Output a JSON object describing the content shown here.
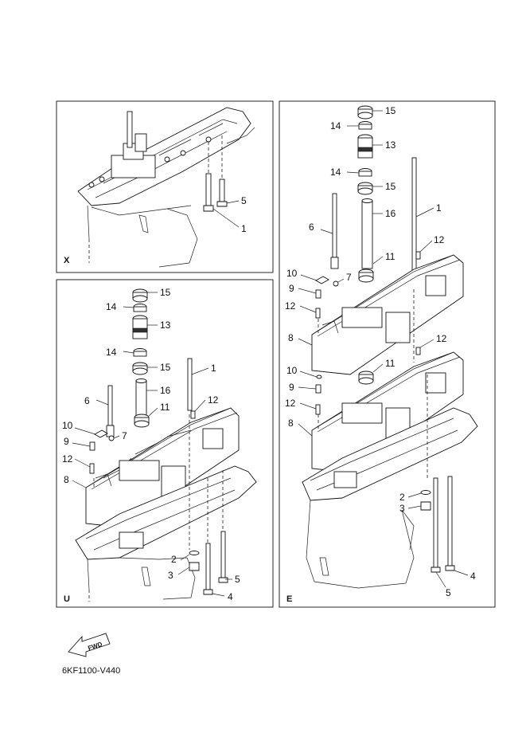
{
  "panels": {
    "x": {
      "letter": "X"
    },
    "u": {
      "letter": "U"
    },
    "e": {
      "letter": "E"
    }
  },
  "callouts": {
    "x": [
      "1",
      "5"
    ],
    "u": [
      "15",
      "14",
      "13",
      "14",
      "15",
      "1",
      "16",
      "6",
      "12",
      "11",
      "10",
      "7",
      "9",
      "12",
      "8",
      "2",
      "3",
      "5",
      "4"
    ],
    "e": [
      "15",
      "14",
      "13",
      "14",
      "15",
      "16",
      "1",
      "6",
      "12",
      "11",
      "10",
      "7",
      "9",
      "12",
      "8",
      "12",
      "10",
      "11",
      "9",
      "12",
      "8",
      "2",
      "3",
      "4",
      "5"
    ]
  },
  "footer": {
    "fwd_label": "FWD",
    "drawing_code": "6KF1100-V440"
  }
}
